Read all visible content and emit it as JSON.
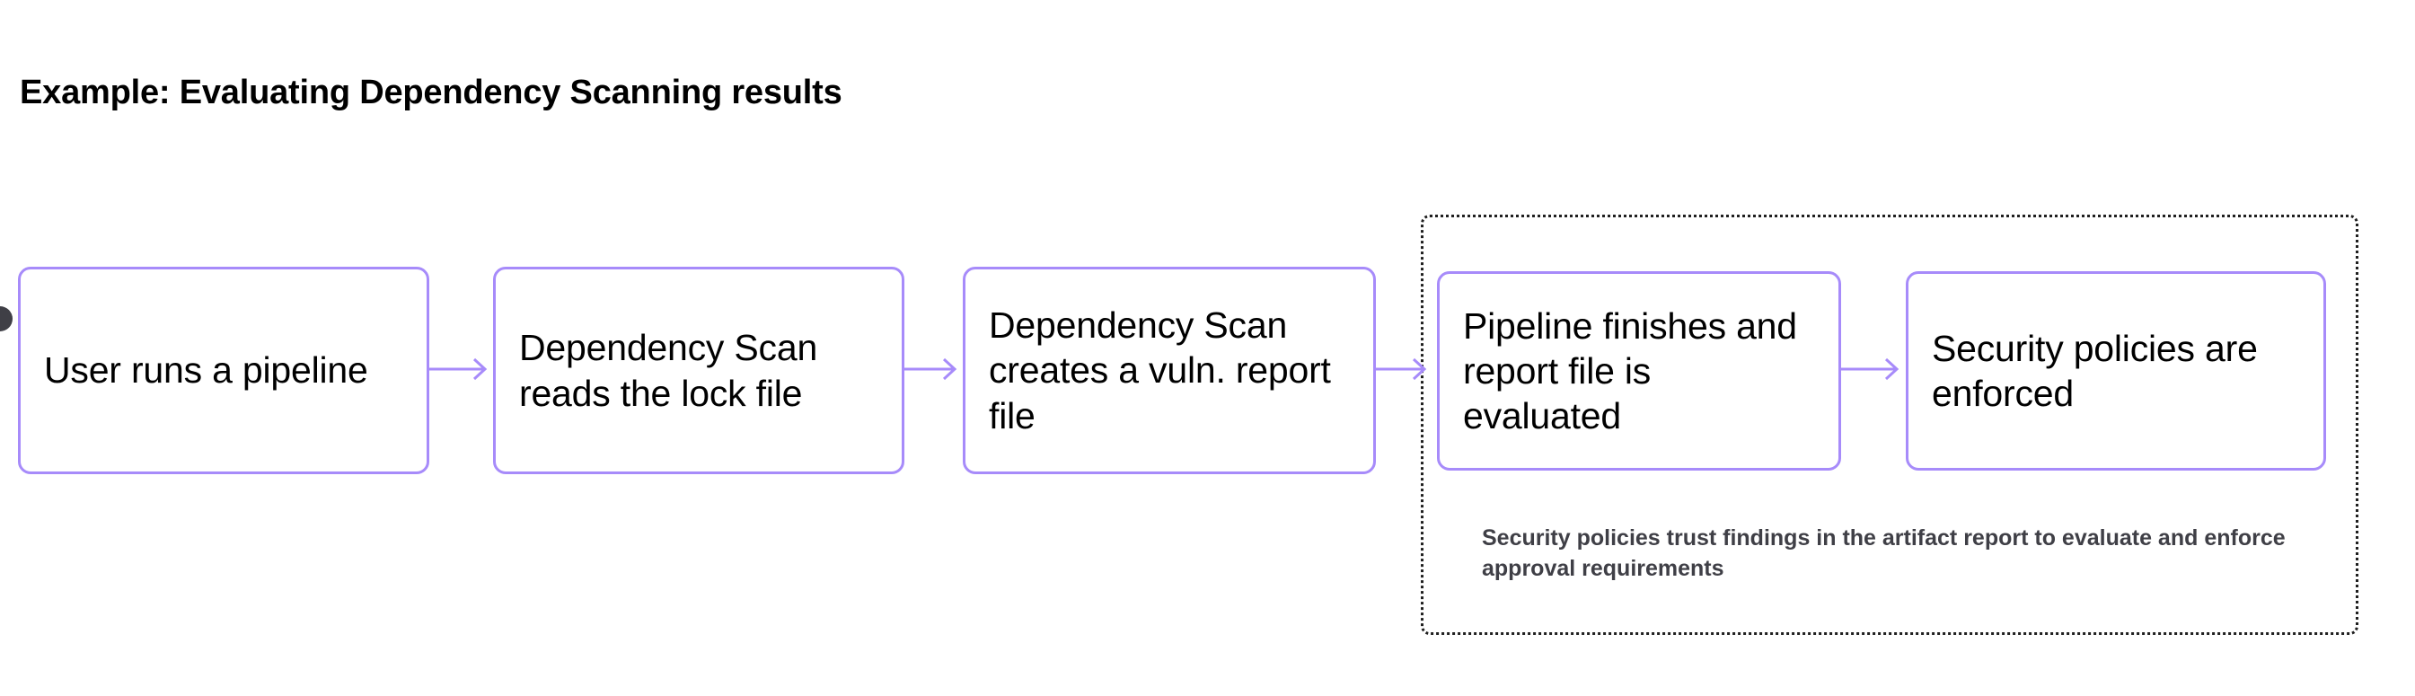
{
  "page": {
    "title": "Example: Evaluating Dependency Scanning results"
  },
  "diagram": {
    "type": "flowchart",
    "direction": "left-to-right",
    "accent_color": "#a78bfa",
    "text_color": "#000000",
    "caption_color": "#3f3f46",
    "group_border_color": "#1f1f1f",
    "start_marker": "start-dot",
    "nodes": [
      {
        "id": "node-1",
        "label": "User runs a pipeline"
      },
      {
        "id": "node-2",
        "label": "Dependency Scan reads the lock file"
      },
      {
        "id": "node-3",
        "label": "Dependency Scan creates a vuln. report file"
      },
      {
        "id": "node-4",
        "label": "Pipeline finishes and report file is evaluated"
      },
      {
        "id": "node-5",
        "label": "Security policies are enforced"
      }
    ],
    "edges": [
      {
        "id": "arrow-1",
        "from": "node-1",
        "to": "node-2",
        "glyph": "arrow-right-icon"
      },
      {
        "id": "arrow-2",
        "from": "node-2",
        "to": "node-3",
        "glyph": "arrow-right-icon"
      },
      {
        "id": "arrow-3",
        "from": "node-3",
        "to": "node-4",
        "glyph": "arrow-right-icon"
      },
      {
        "id": "arrow-4",
        "from": "node-4",
        "to": "node-5",
        "glyph": "arrow-right-icon"
      }
    ],
    "group": {
      "members": [
        "node-4",
        "node-5"
      ],
      "border_style": "dotted",
      "caption": "Security policies trust findings in the artifact report to evaluate and enforce approval requirements"
    }
  }
}
